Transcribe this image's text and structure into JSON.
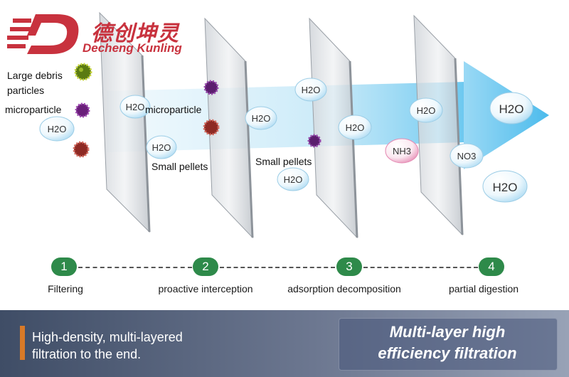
{
  "brand": {
    "name_cn": "德创坤灵",
    "name_en": "Decheng Kunling",
    "color": "#c8323e"
  },
  "particle_labels": {
    "large_debris": "Large debris particles",
    "microparticle_left": "microparticle",
    "microparticle_mid": "microparticle",
    "small_pellets_1": "Small pellets",
    "small_pellets_2": "Small pellets"
  },
  "molecules": {
    "h2o": "H2O",
    "nh3": "NH3",
    "no3": "NO3"
  },
  "steps": [
    {
      "number": "1",
      "label": "Filtering"
    },
    {
      "number": "2",
      "label": "proactive interception"
    },
    {
      "number": "3",
      "label": "adsorption decomposition"
    },
    {
      "number": "4",
      "label": "partial digestion"
    }
  ],
  "footer": {
    "description_line1": "High-density, multi-layered",
    "description_line2": "filtration to the end.",
    "title_line1": "Multi-layer high",
    "title_line2": "efficiency filtration"
  },
  "colors": {
    "step_green": "#2e8a4a",
    "flow_blue": "#7fd0f4",
    "accent_orange": "#d97a28",
    "nh3_pink": "#e06aa0"
  }
}
